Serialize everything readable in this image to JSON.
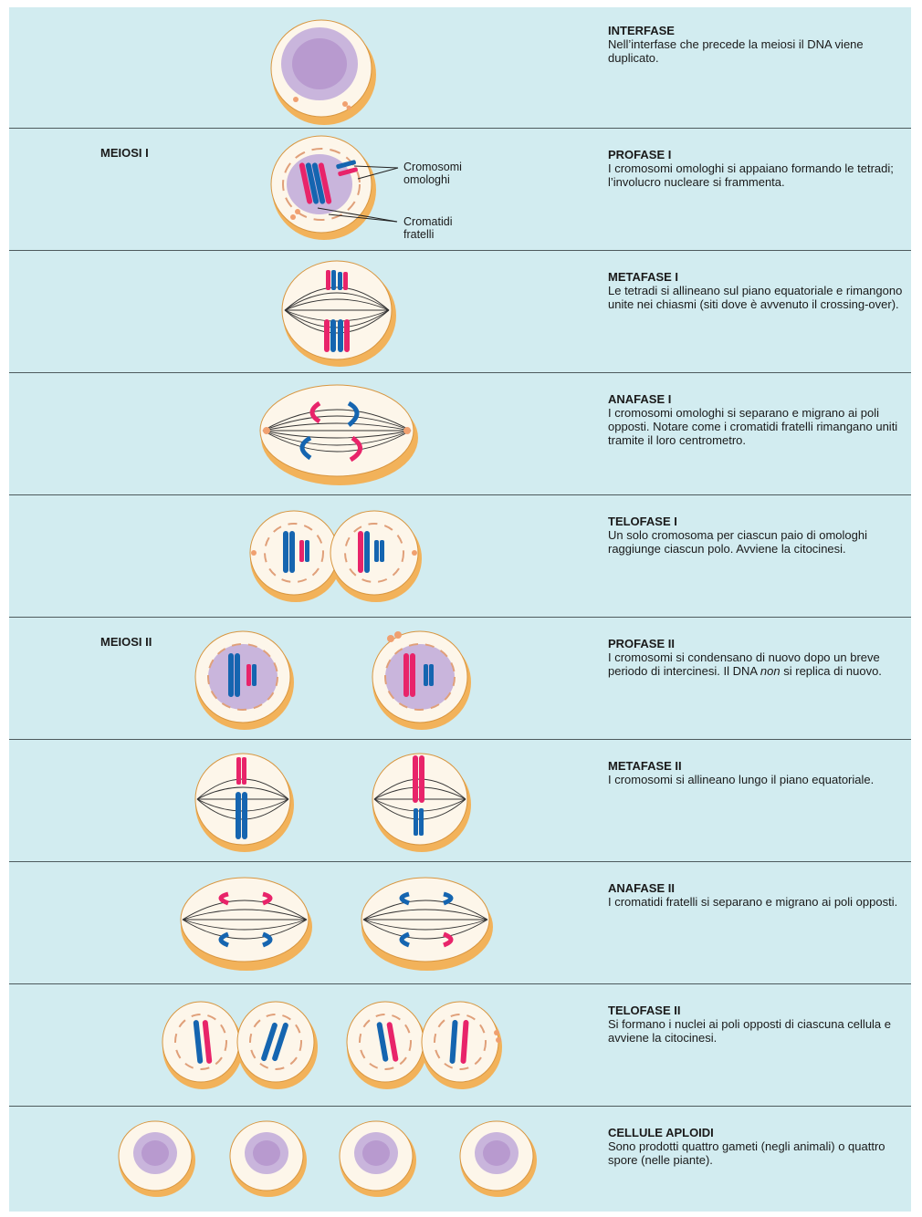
{
  "colors": {
    "background": "#d2ecf0",
    "cell_fill": "#fdf6ea",
    "cell_rim": "#f2b25a",
    "red": "#e8246a",
    "blue": "#1565b0",
    "nucleus": "#c9b5dc"
  },
  "rows": [
    {
      "section": "",
      "title": "INTERFASE",
      "text": "Nell’interfase che precede la meiosi il DNA viene duplicato."
    },
    {
      "section": "MEIOSI I",
      "title": "PROFASE I",
      "text": "I cromosomi omologhi si appaiano formando le tetradi; l’involucro nucleare si frammenta."
    },
    {
      "section": "",
      "title": "METAFASE I",
      "text": "Le tetradi si allineano sul piano equatoriale e rimangono unite nei chiasmi (siti dove è avvenuto il crossing-over)."
    },
    {
      "section": "",
      "title": "ANAFASE I",
      "text": "I cromosomi omologhi si separano e migrano ai poli opposti. Notare come i cromatidi fratelli rimangano uniti tramite il loro centrometro."
    },
    {
      "section": "",
      "title": "TELOFASE I",
      "text": "Un solo cromosoma per ciascun paio di omologhi raggiunge ciascun polo. Avviene la citocinesi."
    },
    {
      "section": "MEIOSI II",
      "title": "PROFASE II",
      "text_a": "I cromosomi si condensano di nuovo dopo un breve periodo di intercinesi. Il DNA ",
      "text_em": "non",
      "text_b": " si replica di nuovo."
    },
    {
      "section": "",
      "title": "METAFASE II",
      "text": "I cromosomi si allineano lungo il piano equatoriale."
    },
    {
      "section": "",
      "title": "ANAFASE II",
      "text": "I cromatidi fratelli si separano e migrano ai poli opposti."
    },
    {
      "section": "",
      "title": "TELOFASE II",
      "text": "Si formano i nuclei ai poli opposti di ciascuna cellula e avviene la citocinesi."
    },
    {
      "section": "",
      "title": "CELLULE APLOIDI",
      "text": "Sono prodotti quattro gameti (negli animali) o quattro spore (nelle piante)."
    }
  ],
  "callouts": {
    "homologs_line1": "Cromosomi",
    "homologs_line2": "omologhi",
    "sisters_line1": "Cromatidi",
    "sisters_line2": "fratelli"
  }
}
